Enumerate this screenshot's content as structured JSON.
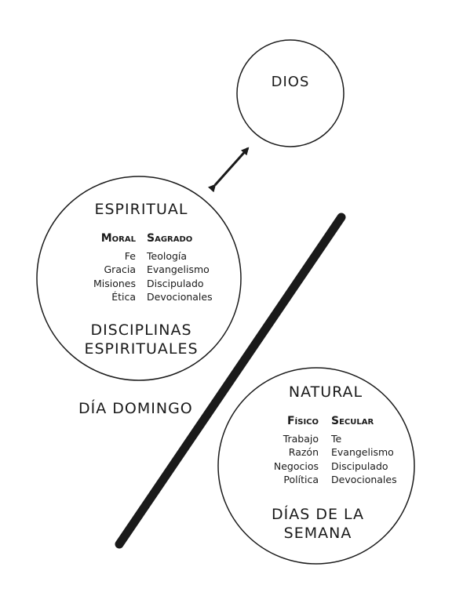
{
  "top_node": {
    "label": "DIOS"
  },
  "spiritual": {
    "title": "ESPIRITUAL",
    "col_left_header": "Moral",
    "col_right_header": "Sagrado",
    "col_left": [
      "Fe",
      "Gracia",
      "Misiones",
      "Ética"
    ],
    "col_right": [
      "Teología",
      "Evangelismo",
      "Discipulado",
      "Devocionales"
    ],
    "footer_line1": "DISCIPLINAS",
    "footer_line2": "ESPIRITUALES"
  },
  "sunday_label": "DÍA DOMINGO",
  "natural": {
    "title": "NATURAL",
    "col_left_header": "Físico",
    "col_right_header": "Secular",
    "col_left": [
      "Trabajo",
      "Razón",
      "Negocios",
      "Política"
    ],
    "col_right": [
      "Te",
      "Evangelismo",
      "Discipulado",
      "Devocionales"
    ],
    "footer_line1": "DÍAS DE LA",
    "footer_line2": "SEMANA"
  }
}
